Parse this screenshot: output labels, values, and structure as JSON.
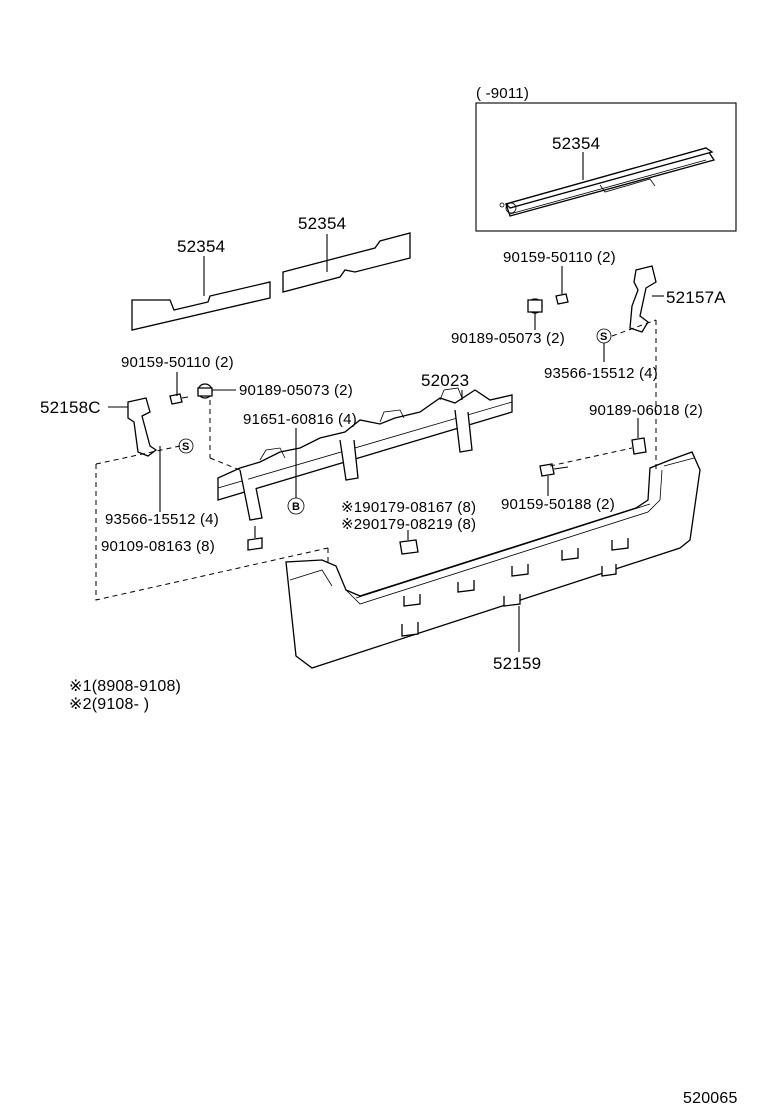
{
  "inset_range": "(        -9011)",
  "callouts": {
    "sticker_inset": "52354",
    "sticker_right": "52354",
    "sticker_left": "52354",
    "bolt_right": "90159-50110 (2)",
    "brace_right": "52157A",
    "clip_right": "90189-05073 (2)",
    "bolt_left": "90159-50110 (2)",
    "reinforcement": "52023",
    "brace_left": "52158C",
    "clip_left": "90189-05073 (2)",
    "bracket_bolt_mid": "91651-60816 (4)",
    "bolt_right_sub": "93566-15512 (4)",
    "clip_bumper": "90189-06018 (2)",
    "bolt_left_sub": "93566-15512 (4)",
    "bolt_bumper": "90159-50188 (2)",
    "nut_alt1": "※190179-08167 (8)",
    "nut_alt2": "※290179-08219 (8)",
    "bolt_lower": "90109-08163 (8)",
    "bumper_cover": "52159"
  },
  "markers": {
    "s_mark": "S",
    "b_mark": "B"
  },
  "footnotes": {
    "note1": "※1(8908-9108)",
    "note2": "※2(9108-        )"
  },
  "diagram_code": "520065"
}
